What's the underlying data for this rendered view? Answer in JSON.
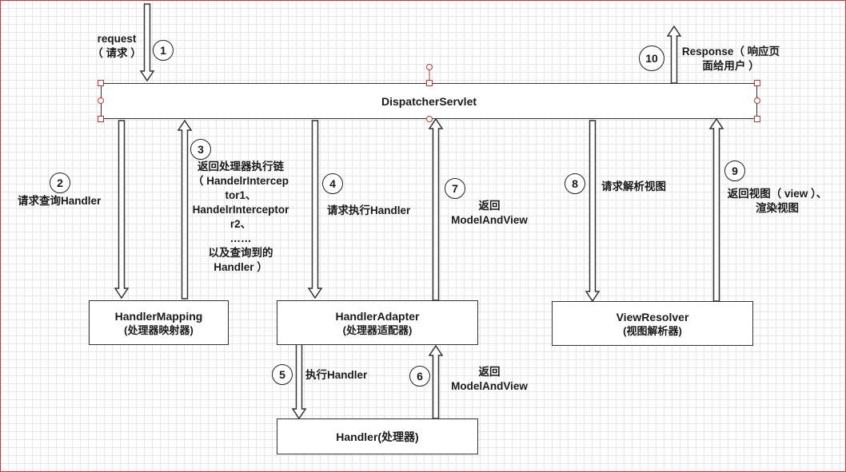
{
  "boxes": {
    "dispatcher": "DispatcherServlet",
    "handler_mapping": "HandlerMapping",
    "handler_mapping_sub": "(处理器映射器)",
    "handler_adapter": "HandlerAdapter",
    "handler_adapter_sub": "(处理器适配器)",
    "view_resolver": "ViewResolver",
    "view_resolver_sub": "(视图解析器)",
    "handler": "Handler(处理器)"
  },
  "steps": {
    "s1": {
      "num": "1",
      "lines": [
        "request",
        "（ 请求 ）"
      ]
    },
    "s2": {
      "num": "2",
      "lines": [
        "请求查询Handler"
      ]
    },
    "s3": {
      "num": "3",
      "lines": [
        "返回处理器执行链",
        "（ HandelrIntercep",
        "tor1、",
        "HandelrInterceptor",
        "r2、",
        "……",
        "以及查询到的",
        "Handler ）"
      ]
    },
    "s4": {
      "num": "4",
      "lines": [
        "请求执行Handler"
      ]
    },
    "s5": {
      "num": "5",
      "lines": [
        "执行Handler"
      ]
    },
    "s6": {
      "num": "6",
      "lines": [
        "返回",
        "ModelAndView"
      ]
    },
    "s7": {
      "num": "7",
      "lines": [
        "返回",
        "ModelAndView"
      ]
    },
    "s8": {
      "num": "8",
      "lines": [
        "请求解析视图"
      ]
    },
    "s9": {
      "num": "9",
      "lines": [
        "返回视图（ view ）、",
        "渲染视图"
      ]
    },
    "s10": {
      "num": "10",
      "lines": [
        "Response（ 响应页",
        "面给用户 ）"
      ]
    }
  }
}
